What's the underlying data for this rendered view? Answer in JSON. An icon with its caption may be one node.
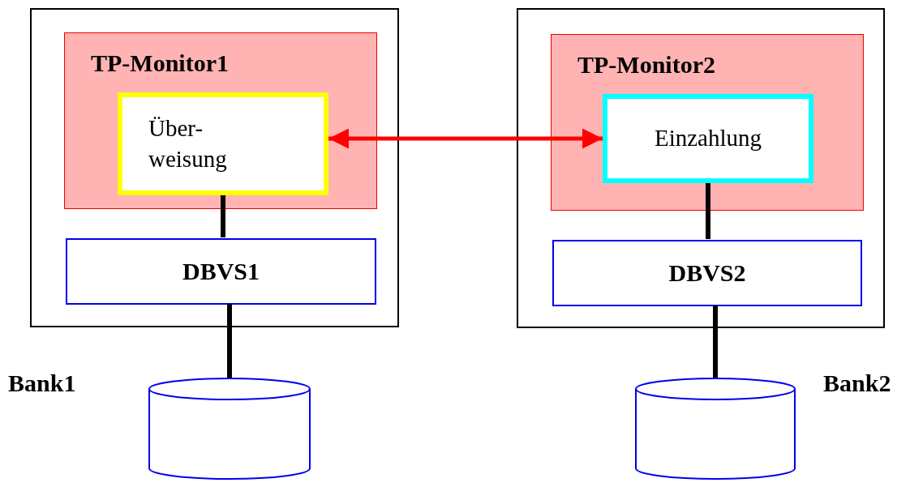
{
  "diagram": {
    "nodes": [
      {
        "text": [],
        "shape": "box"
      },
      {
        "text": [
          "TP-Monitor1"
        ],
        "in": 0
      },
      {
        "text": [
          "Über-weisung"
        ],
        "in": 1
      },
      {
        "text": [
          "DBVS1"
        ],
        "in": 0
      },
      {
        "text": [],
        "shape": "cylinder"
      },
      {
        "text": [],
        "shape": "box"
      },
      {
        "text": [
          "TP-Monitor2"
        ],
        "in": 5
      },
      {
        "text": [
          "Einzahlung"
        ],
        "in": 6
      },
      {
        "text": [
          "DBVS2"
        ],
        "in": 5
      },
      {
        "text": [],
        "shape": "cylinder"
      }
    ],
    "edges": [
      {
        "from": 2,
        "to": 7,
        "arrow": "both",
        "color": "#ff0000"
      },
      {
        "from": 2,
        "to": 3,
        "arrow": "none"
      },
      {
        "from": 3,
        "to": 4,
        "arrow": "none"
      },
      {
        "from": 7,
        "to": 8,
        "arrow": "none"
      },
      {
        "from": 8,
        "to": 9,
        "arrow": "none"
      }
    ],
    "labels": [
      "Bank1",
      "Bank2"
    ]
  }
}
